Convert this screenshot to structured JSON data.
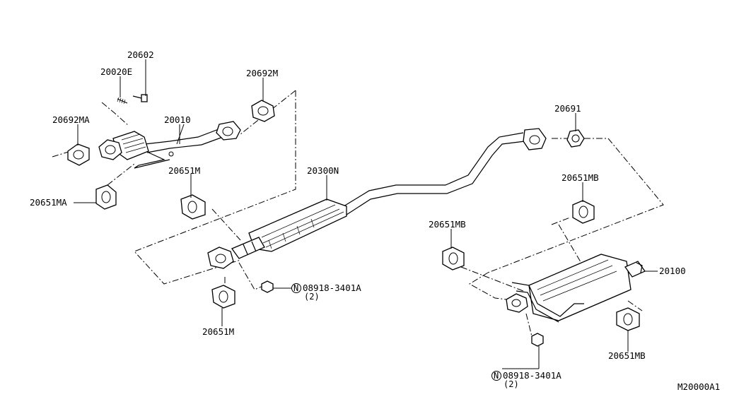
{
  "diagram": {
    "code": "M20000A1",
    "parts": {
      "p20602": "20602",
      "p20020E": "20020E",
      "p20692M": "20692M",
      "p20692MA": "20692MA",
      "p20010": "20010",
      "p20651M_top": "20651M",
      "p20651MA": "20651MA",
      "p20300N": "20300N",
      "p20691": "20691",
      "p20651MB_upper": "20651MB",
      "p20651MB_left": "20651MB",
      "p20100": "20100",
      "p20651M_bottom": "20651M",
      "p20651MB_bottom": "20651MB",
      "nut_left": "08918-3401A",
      "nut_left_qty": "(2)",
      "nut_right": "08918-3401A",
      "nut_right_qty": "(2)",
      "nut_prefix": "N"
    }
  }
}
